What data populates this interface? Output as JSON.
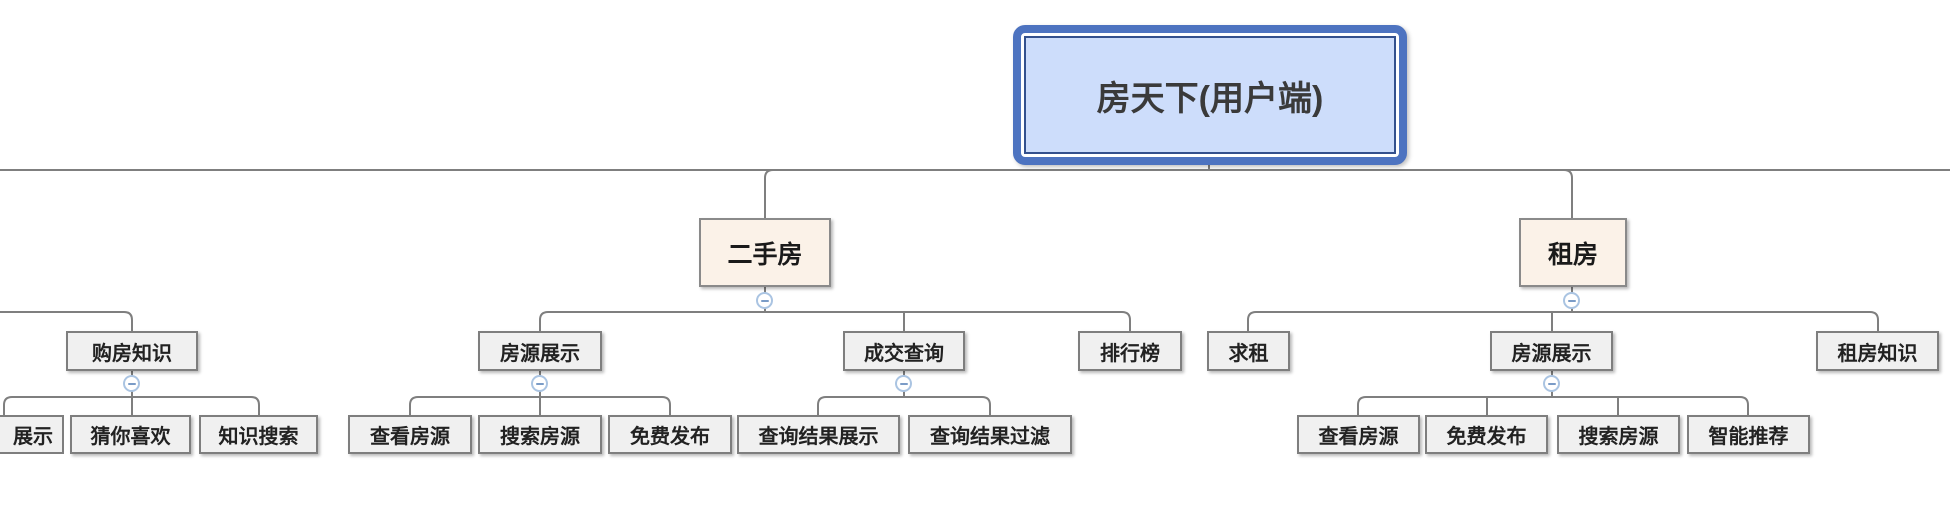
{
  "diagram": {
    "type": "mindmap-tree",
    "canvas_background": "#ffffff",
    "root": {
      "label": "房天下(用户端)"
    },
    "branches": [
      {
        "label": "二手房",
        "children": [
          {
            "label": "房源展示",
            "children": [
              {
                "label": "查看房源"
              },
              {
                "label": "搜索房源"
              },
              {
                "label": "免费发布"
              }
            ]
          },
          {
            "label": "成交查询",
            "children": [
              {
                "label": "查询结果展示"
              },
              {
                "label": "查询结果过滤"
              }
            ]
          },
          {
            "label": "排行榜",
            "children": []
          }
        ]
      },
      {
        "label": "租房",
        "children": [
          {
            "label": "求租",
            "children": []
          },
          {
            "label": "房源展示",
            "children": [
              {
                "label": "查看房源"
              },
              {
                "label": "免费发布"
              },
              {
                "label": "搜索房源"
              },
              {
                "label": "智能推荐"
              }
            ]
          },
          {
            "label": "租房知识",
            "children": []
          }
        ]
      }
    ],
    "clipped_left_branch": {
      "label": "购房知识",
      "children": [
        {
          "label": "展示",
          "clipped_at_left_edge": true
        },
        {
          "label": "猜你喜欢"
        },
        {
          "label": "知识搜索"
        }
      ]
    },
    "icons": {
      "collapse": "minus-circle"
    },
    "collapse_buttons_count": 6,
    "colors": {
      "root_fill": "#cdddfb",
      "root_border_outer": "#4d73c0",
      "root_border_inner": "#33508d",
      "branch_fill": "#fbf2e8",
      "node_fill": "#f0f0f0",
      "node_border": "#7e7e7e",
      "connector_line": "#7f7f7f",
      "collapse_ring": "#aac4e2",
      "collapse_glyph": "#7b9cc7",
      "text": "#222222"
    }
  }
}
